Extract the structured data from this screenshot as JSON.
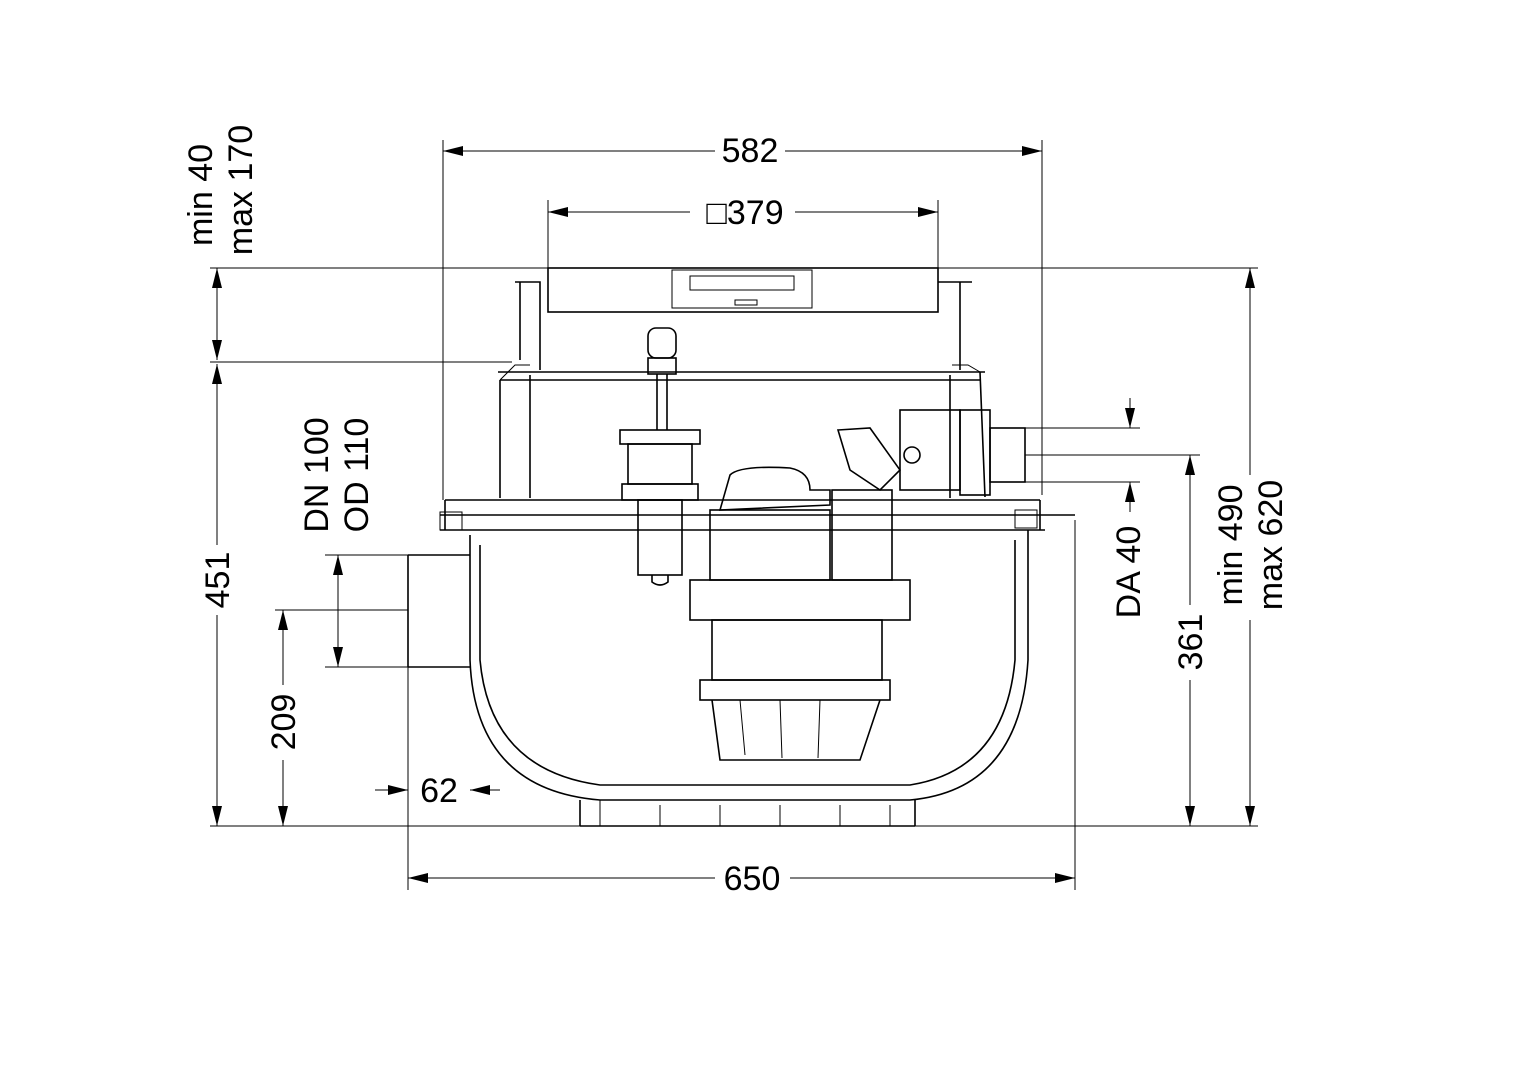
{
  "dimensions": {
    "top_width": "582",
    "cover_size": "□379",
    "height_adjust_min": "min 40",
    "height_adjust_max": "max 170",
    "body_height": "451",
    "inlet_height": "209",
    "inlet_dn": "DN 100",
    "inlet_od": "OD 110",
    "inlet_offset": "62",
    "base_width": "650",
    "outlet_da": "DA 40",
    "outlet_height": "361",
    "total_min": "min 490",
    "total_max": "max 620"
  }
}
